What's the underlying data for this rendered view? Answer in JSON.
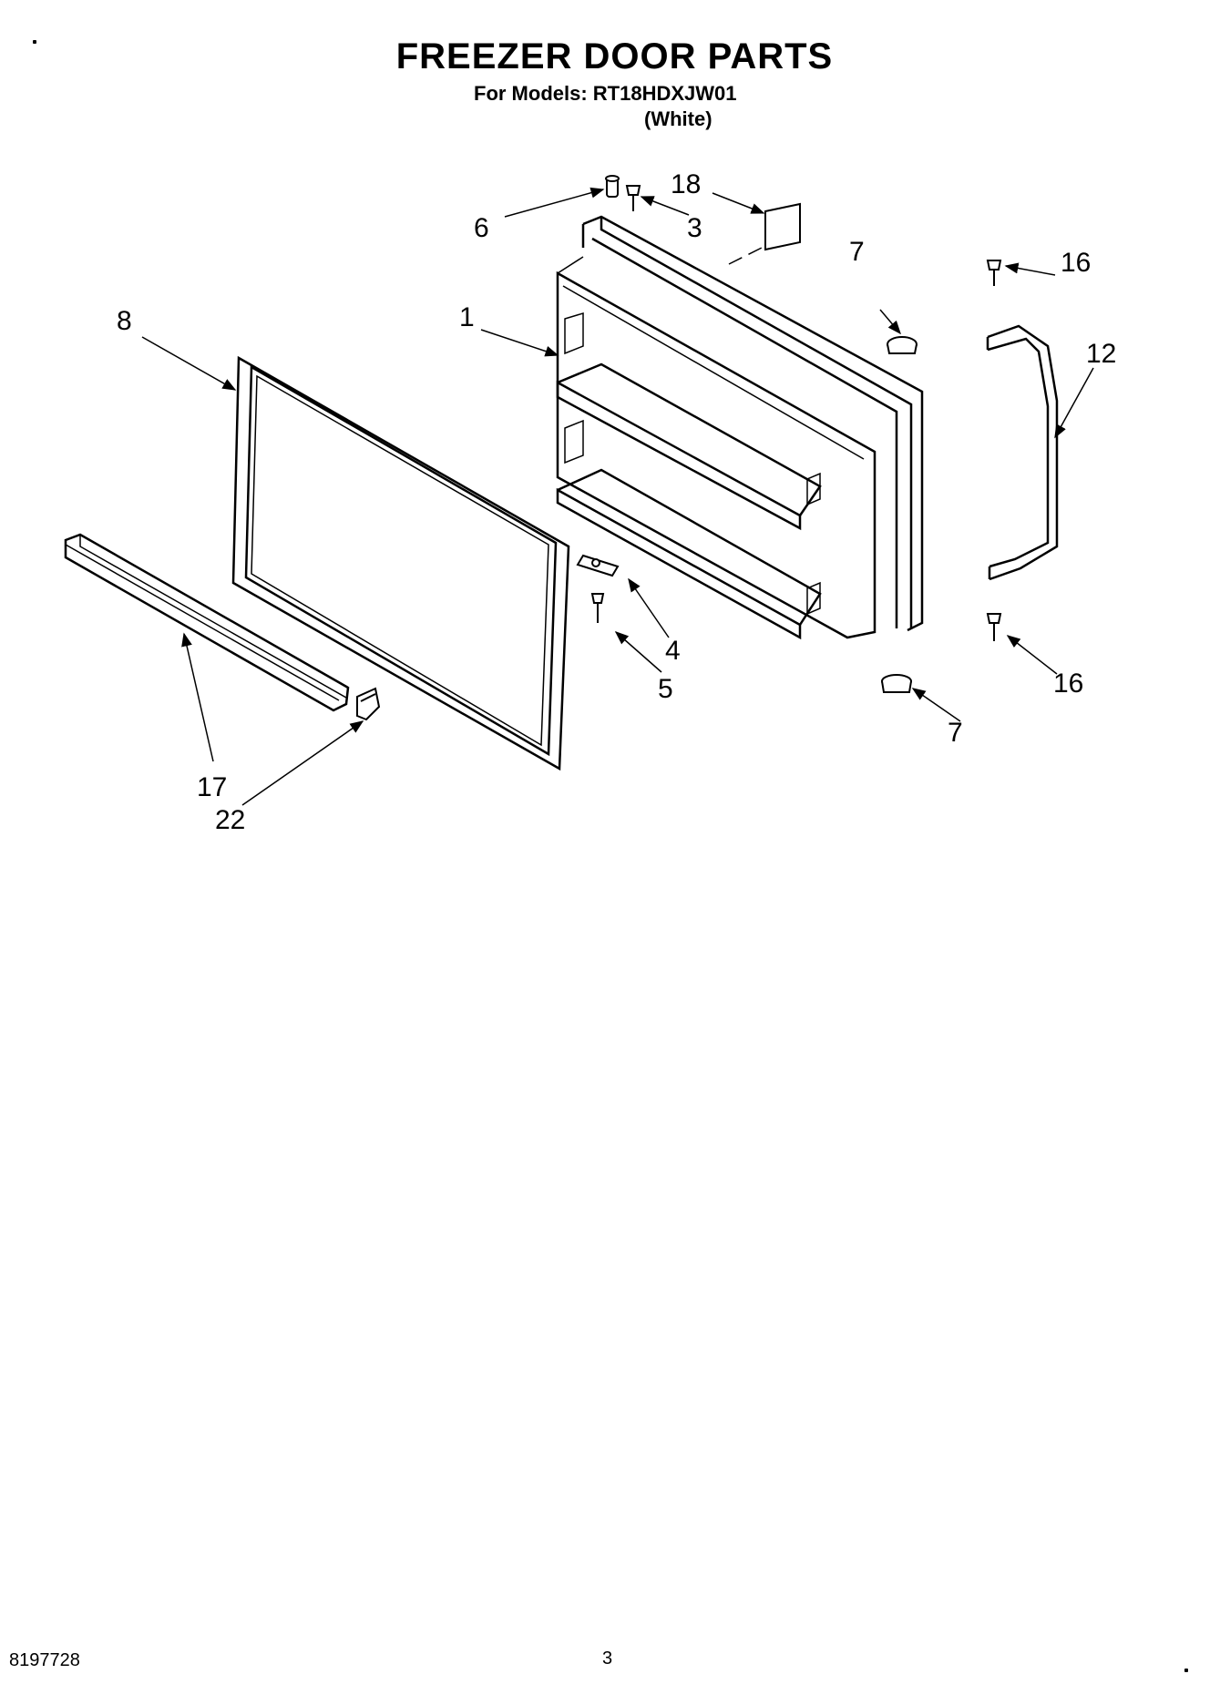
{
  "header": {
    "title": "FREEZER DOOR PARTS",
    "models_line": "For Models: RT18HDXJW01",
    "variant": "(White)"
  },
  "diagram": {
    "callouts": [
      {
        "id": "c18",
        "label": "18"
      },
      {
        "id": "c6",
        "label": "6"
      },
      {
        "id": "c3",
        "label": "3"
      },
      {
        "id": "c16a",
        "label": "16"
      },
      {
        "id": "c7a",
        "label": "7"
      },
      {
        "id": "c12",
        "label": "12"
      },
      {
        "id": "c8",
        "label": "8"
      },
      {
        "id": "c1",
        "label": "1"
      },
      {
        "id": "c4",
        "label": "4"
      },
      {
        "id": "c5",
        "label": "5"
      },
      {
        "id": "c16b",
        "label": "16"
      },
      {
        "id": "c7b",
        "label": "7"
      },
      {
        "id": "c17",
        "label": "17"
      },
      {
        "id": "c22",
        "label": "22"
      }
    ]
  },
  "footer": {
    "doc_number": "8197728",
    "page_number": "3"
  }
}
